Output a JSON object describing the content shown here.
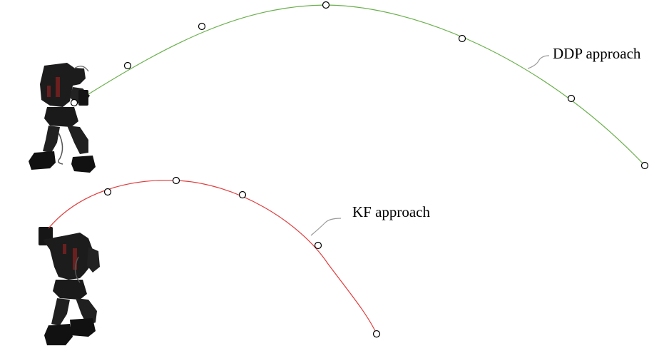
{
  "labels": {
    "ddp": "DDP approach",
    "kf": "KF approach"
  },
  "colors": {
    "ddp_trajectory": "#6ab04c",
    "kf_trajectory": "#e03c3c",
    "markers": "#000000",
    "robot_body": "#1c1c1c",
    "robot_accent": "#6b1f1f",
    "leader_line": "#9a9a9a"
  },
  "icons": {
    "robot_top": "humanoid-robot-image",
    "robot_bottom": "humanoid-robot-image"
  }
}
